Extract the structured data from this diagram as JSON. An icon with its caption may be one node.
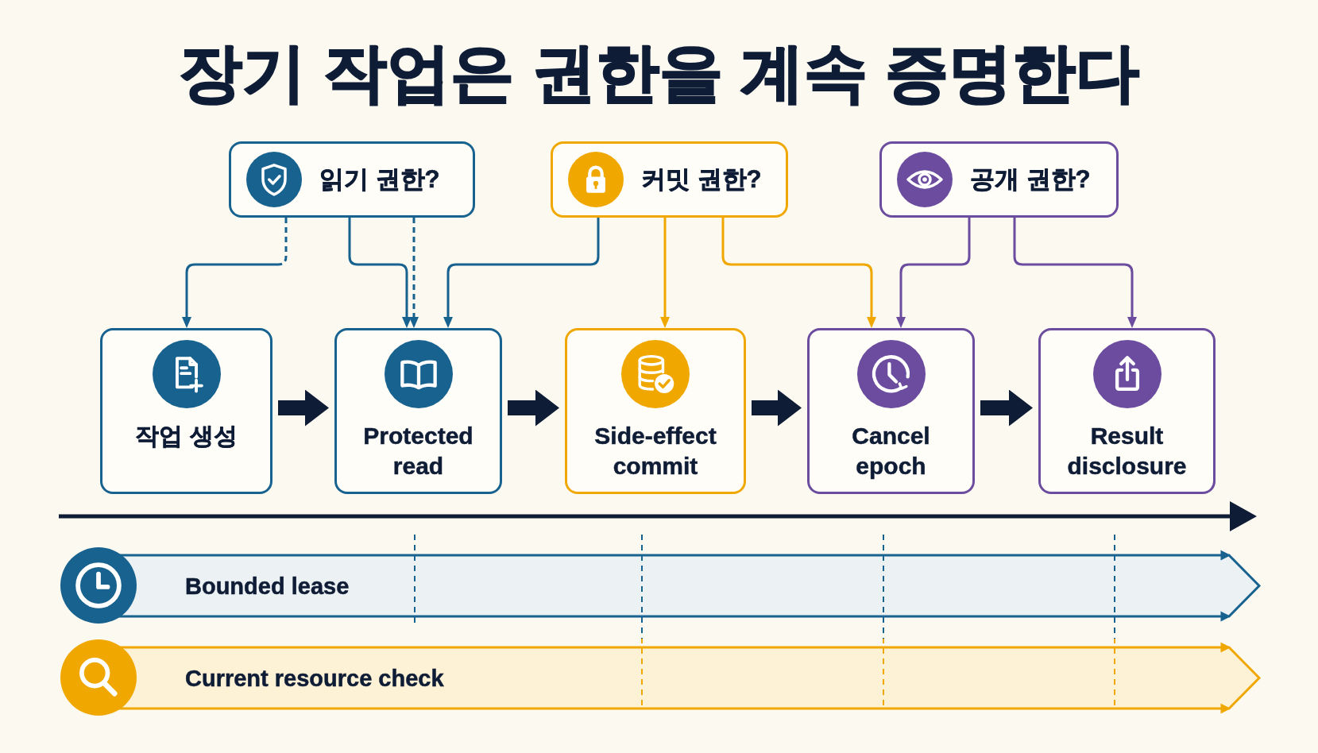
{
  "diagram": {
    "title": "장기 작업은 권한을 계속 증명한다",
    "nodes": [
      {
        "text": [
          "읽기 권한?"
        ]
      },
      {
        "text": [
          "커밋 권한?"
        ]
      },
      {
        "text": [
          "공개 권한?"
        ]
      },
      {
        "text": [
          "작업 생성"
        ]
      },
      {
        "text": [
          "Protected read"
        ]
      },
      {
        "text": [
          "Side-effect commit"
        ]
      },
      {
        "text": [
          "Cancel epoch"
        ]
      },
      {
        "text": [
          "Result disclosure"
        ]
      },
      {
        "text": [
          "Bounded lease"
        ]
      },
      {
        "text": [
          "Current resource check"
        ]
      }
    ],
    "edges": [
      {
        "from": 0,
        "to": 3,
        "arrow": "to",
        "style": "dashed",
        "color": "#17628f"
      },
      {
        "from": 0,
        "to": 4,
        "arrow": "to",
        "color": "#17628f"
      },
      {
        "from": 0,
        "to": 4,
        "arrow": "to",
        "style": "dashed",
        "color": "#17628f"
      },
      {
        "from": 1,
        "to": 4,
        "arrow": "to",
        "color": "#17628f"
      },
      {
        "from": 1,
        "to": 5,
        "arrow": "to",
        "color": "#f0a800"
      },
      {
        "from": 1,
        "to": 6,
        "arrow": "to",
        "color": "#f0a800"
      },
      {
        "from": 2,
        "to": 6,
        "arrow": "to",
        "color": "#6b4c9e"
      },
      {
        "from": 2,
        "to": 7,
        "arrow": "to",
        "color": "#6b4c9e"
      },
      {
        "from": 3,
        "to": 4,
        "arrow": "to",
        "style": "thick",
        "color": "#0f1c35"
      },
      {
        "from": 4,
        "to": 5,
        "arrow": "to",
        "style": "thick",
        "color": "#0f1c35"
      },
      {
        "from": 5,
        "to": 6,
        "arrow": "to",
        "style": "thick",
        "color": "#0f1c35"
      },
      {
        "from": 6,
        "to": 7,
        "arrow": "to",
        "style": "thick",
        "color": "#0f1c35"
      }
    ]
  }
}
